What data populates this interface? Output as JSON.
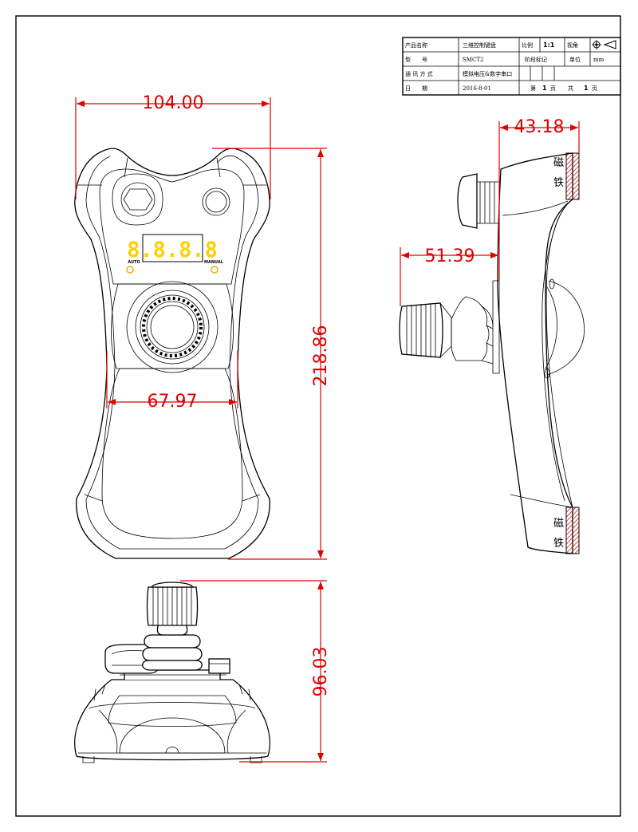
{
  "title_block": {
    "product_name_label": "产品名称",
    "product_name": "三维控制键盘",
    "scale_label": "比例",
    "scale": "1:1",
    "view_label": "视角",
    "model_label": "型　　号",
    "model": "SMCT2",
    "stage_label": "阶段标记",
    "unit_label": "单位",
    "unit": "mm",
    "comm_label": "通 讯 方 式",
    "comm": "模拟电压&数字串口",
    "date_label": "日　　期",
    "date": "2016-8-01",
    "sheet_prefix": "第",
    "sheet_no": "1",
    "sheet_unit": "页",
    "total_prefix": "共",
    "total_no": "1",
    "total_unit": "页"
  },
  "front_view": {
    "display_text": "8.8.8.8",
    "led_left_label": "AUTO",
    "led_right_label": "MANUAL"
  },
  "dimensions": {
    "overall_width": "104.00",
    "overall_height": "218.86",
    "inner_width": "67.97",
    "side_depth_top": "43.18",
    "side_depth_stick": "51.39",
    "base_height": "96.03"
  },
  "annotations": {
    "magnet_char_1": "磁",
    "magnet_char_2": "铁"
  },
  "colors": {
    "dimension": "#e00000",
    "display": "#ffd000",
    "led_ring": "#f0a800"
  }
}
